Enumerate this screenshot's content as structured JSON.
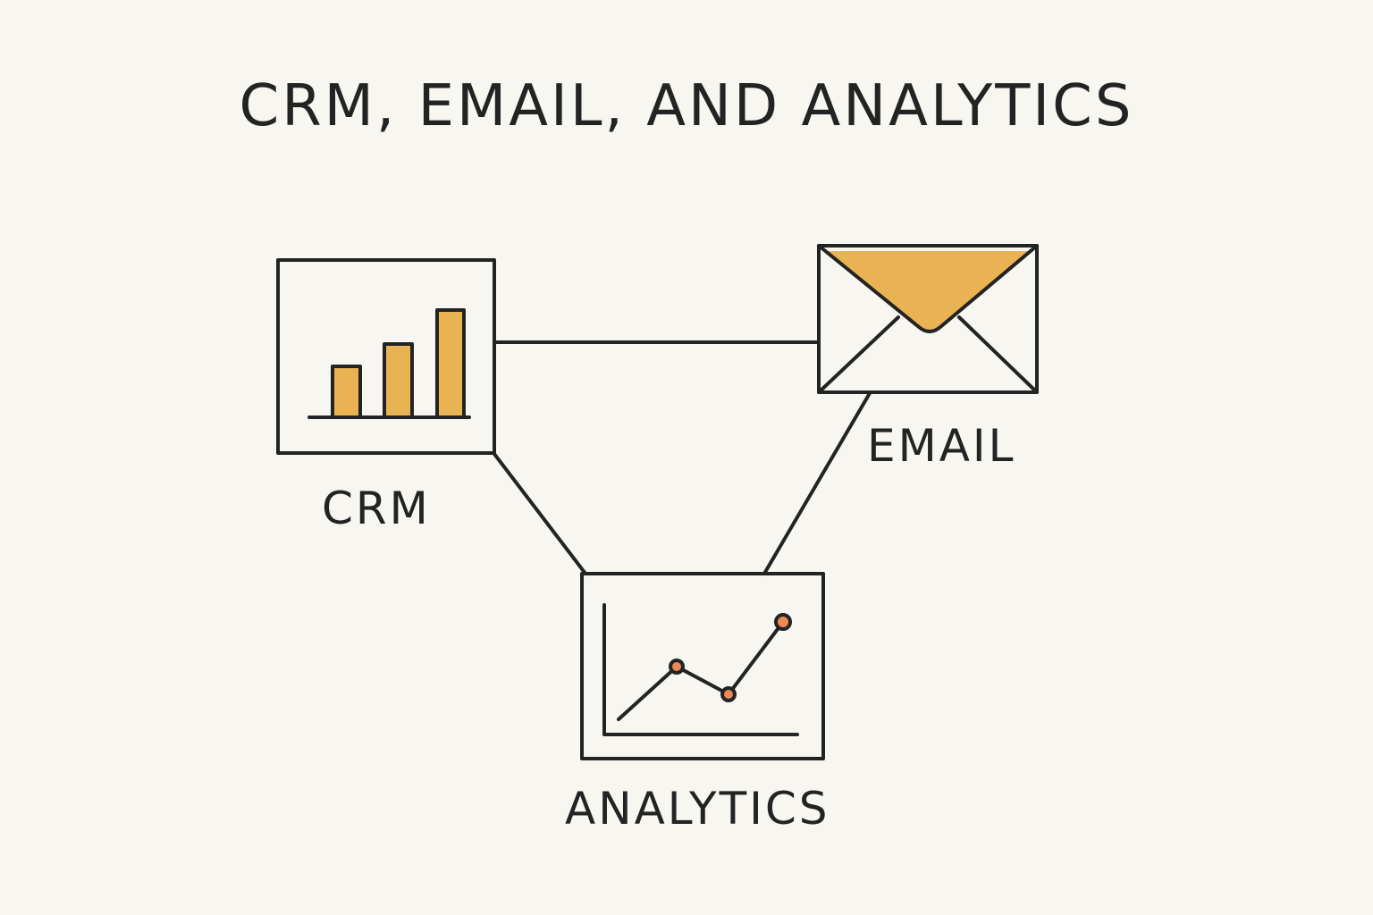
{
  "title": "CRM, EMAIL, AND ANALYTICS",
  "nodes": {
    "crm": {
      "label": "CRM",
      "icon": "bar-chart-icon"
    },
    "email": {
      "label": "EMAIL",
      "icon": "envelope-icon"
    },
    "analytics": {
      "label": "ANALYTICS",
      "icon": "line-chart-icon"
    }
  },
  "connections": [
    {
      "from": "crm",
      "to": "email"
    },
    {
      "from": "crm",
      "to": "analytics"
    },
    {
      "from": "email",
      "to": "analytics"
    }
  ],
  "colors": {
    "background": "#f8f6f1",
    "ink": "#232323",
    "accent_fill": "#e9b252",
    "point_fill": "#ec8a57"
  }
}
